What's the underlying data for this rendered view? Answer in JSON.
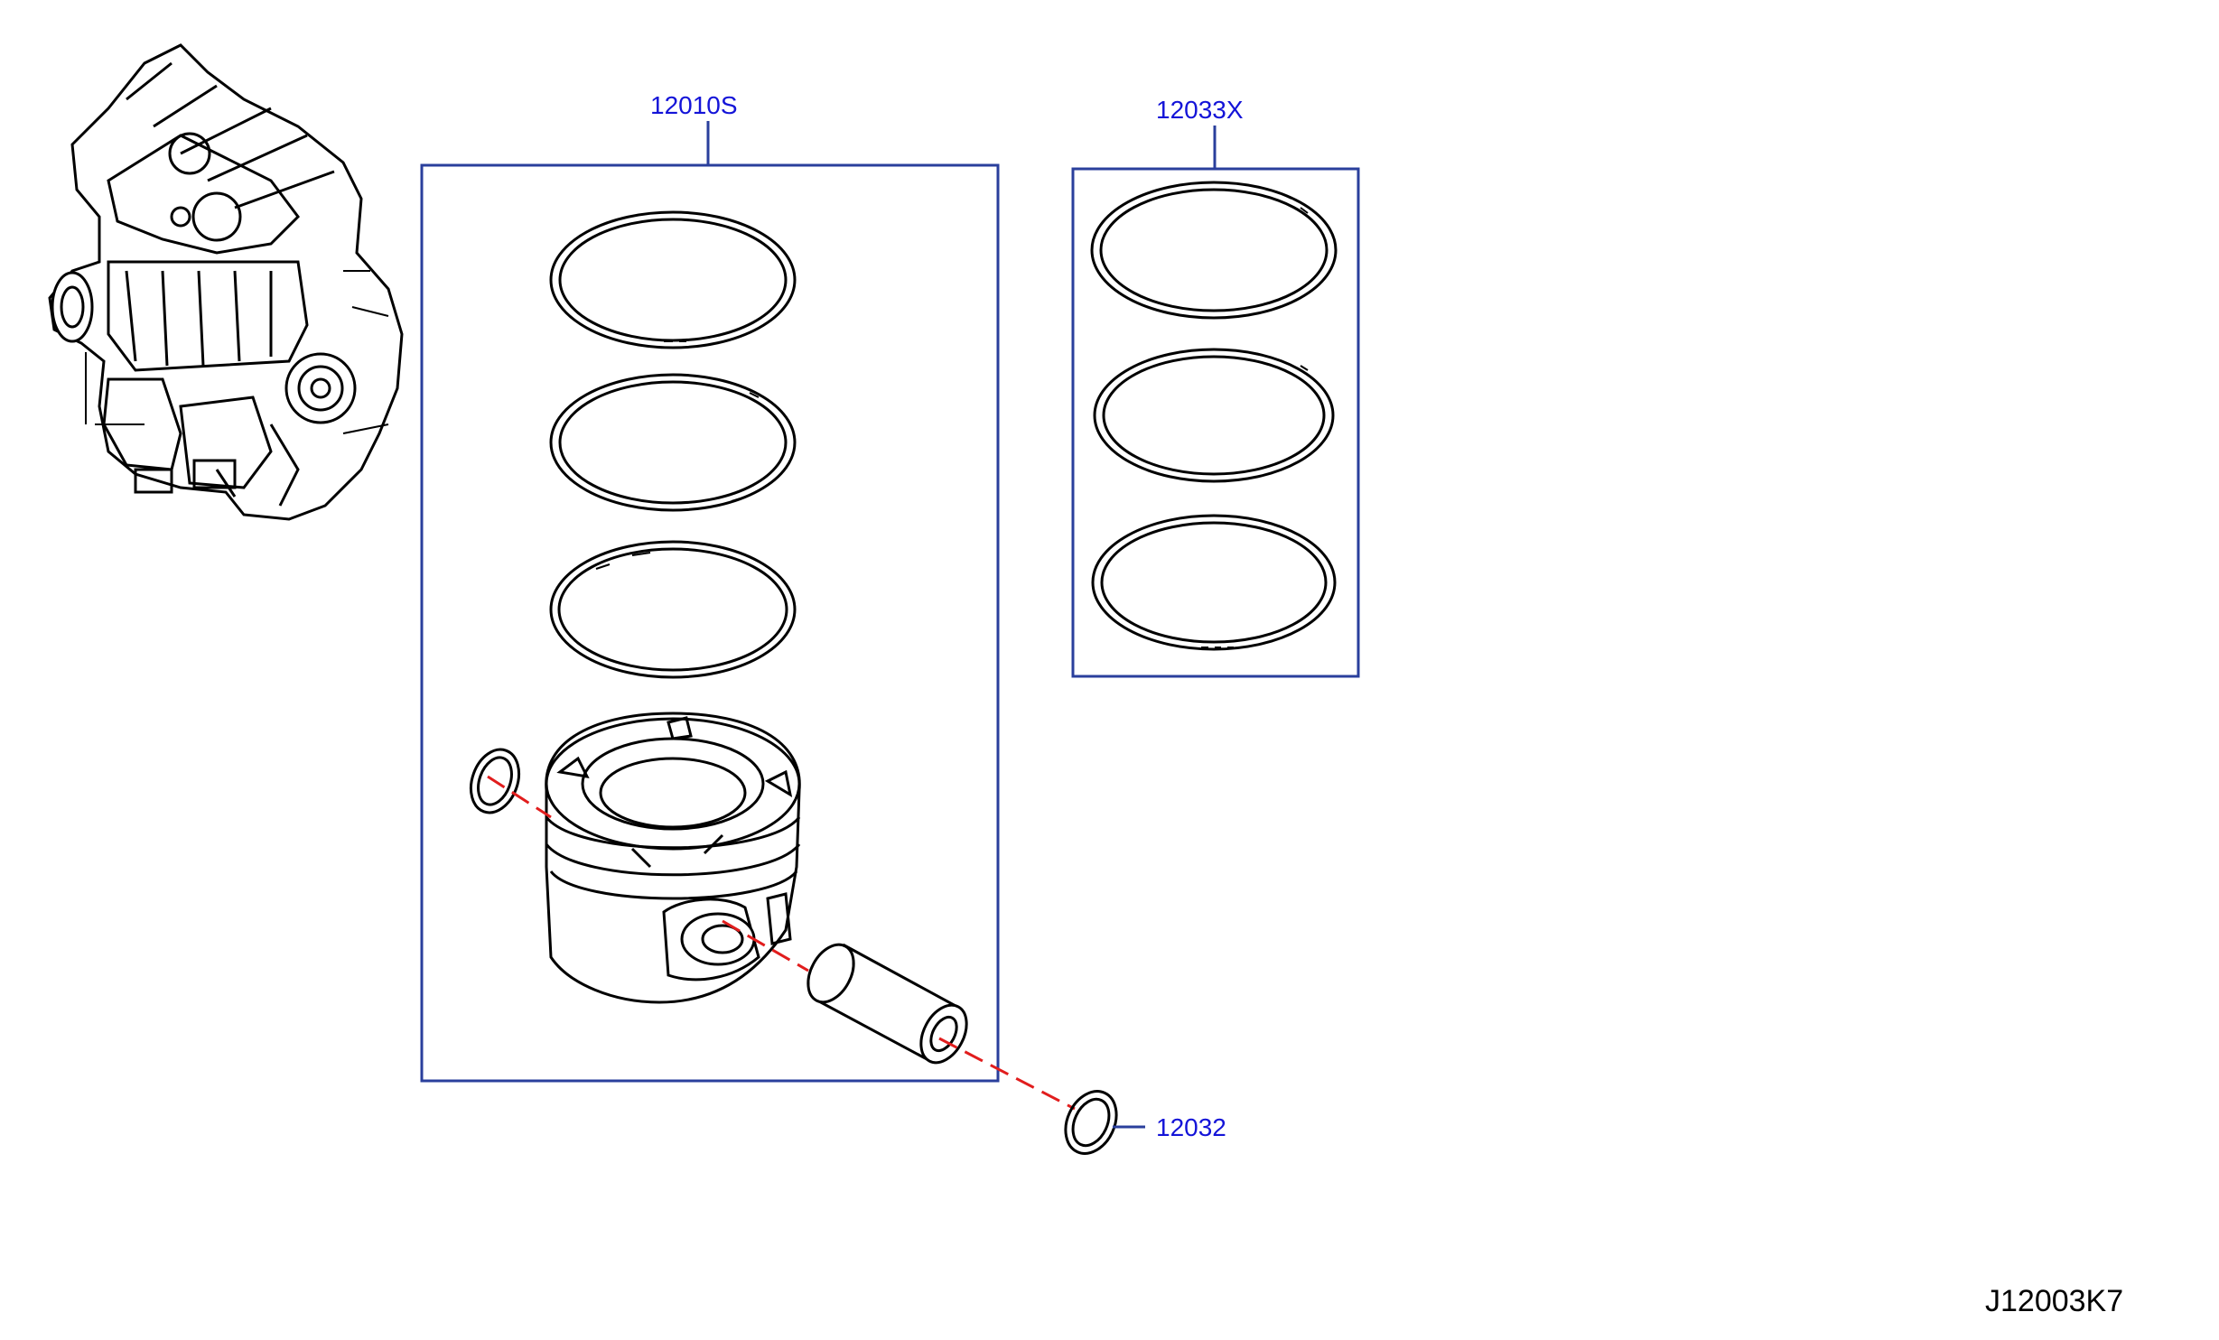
{
  "callouts": {
    "piston_assembly": "12010S",
    "ring_set": "12033X",
    "snap_ring": "12032"
  },
  "figure_ref": "J12003K7",
  "colors": {
    "callout_text": "#1414d8",
    "box_outline": "#2a3f9c",
    "center_line": "#e11d1d",
    "line_art": "#000000"
  },
  "icons": [
    "engine-assembly-icon",
    "piston-ring-icon",
    "piston-icon",
    "piston-pin-icon",
    "snap-ring-icon"
  ]
}
